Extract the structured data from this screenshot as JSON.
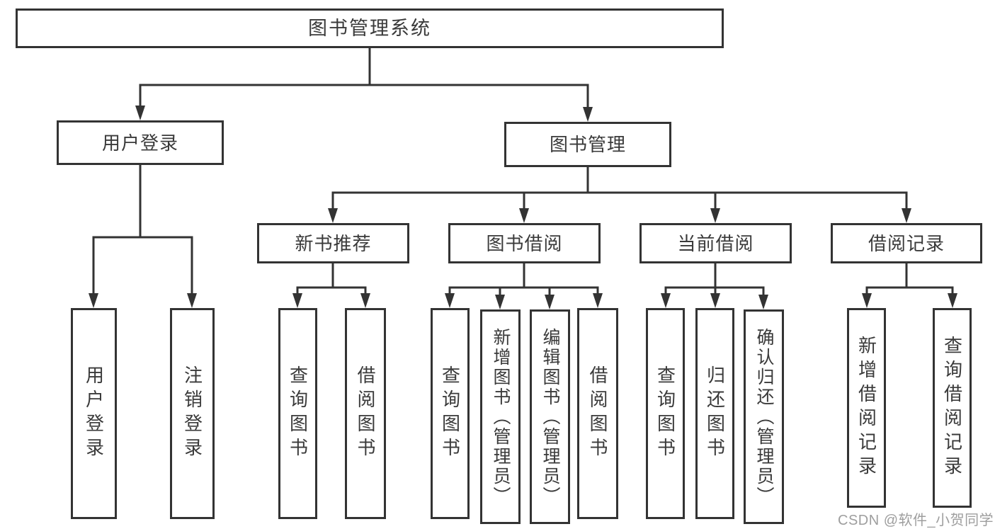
{
  "diagram": {
    "root": {
      "label": "图书管理系统"
    },
    "branches": [
      {
        "label": "用户登录",
        "children": [
          {
            "label": "用户登录"
          },
          {
            "label": "注销登录"
          }
        ]
      },
      {
        "label": "图书管理",
        "children": [
          {
            "label": "新书推荐",
            "children": [
              {
                "label": "查询图书"
              },
              {
                "label": "借阅图书"
              }
            ]
          },
          {
            "label": "图书借阅",
            "children": [
              {
                "label": "查询图书"
              },
              {
                "label": "新增图书（管理员）"
              },
              {
                "label": "编辑图书（管理员）"
              },
              {
                "label": "借阅图书"
              }
            ]
          },
          {
            "label": "当前借阅",
            "children": [
              {
                "label": "查询图书"
              },
              {
                "label": "归还图书"
              },
              {
                "label": "确认归还（管理员）"
              }
            ]
          },
          {
            "label": "借阅记录",
            "children": [
              {
                "label": "新增借阅记录"
              },
              {
                "label": "查询借阅记录"
              }
            ]
          }
        ]
      }
    ]
  },
  "watermark": {
    "text": "CSDN @软件_小贺同学"
  },
  "colors": {
    "line": "#333333",
    "text": "#3a3a3a",
    "watermark": "#9e9e9e",
    "background": "#ffffff"
  }
}
